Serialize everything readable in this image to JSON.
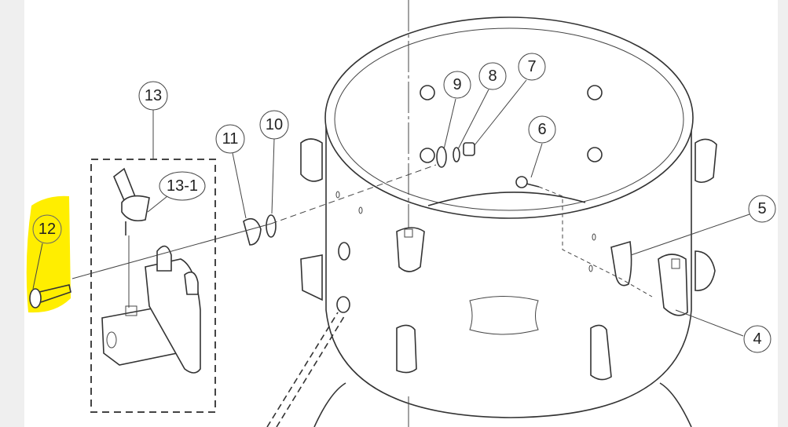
{
  "diagram": {
    "callouts": {
      "part_4": "4",
      "part_5": "5",
      "part_6": "6",
      "part_7": "7",
      "part_8": "8",
      "part_9": "9",
      "part_10": "10",
      "part_11": "11",
      "part_12": "12",
      "part_13": "13",
      "part_13_1": "13-1"
    },
    "highlight": {
      "target": "12",
      "color": "#ffee00"
    }
  }
}
